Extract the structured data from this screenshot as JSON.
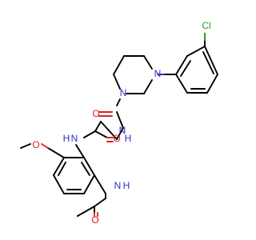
{
  "atoms": {
    "cl": "Cl",
    "n_pip_top": "N",
    "n_pip_bottom": "N",
    "o_urea": "O",
    "n_urea": "N",
    "h_urea": "H",
    "n_amide": "N",
    "h_amide": "H",
    "o_amide": "O",
    "o_methoxy": "O",
    "n_acet": "N",
    "h_acet": "H",
    "o_acet": "O"
  },
  "colors": {
    "carbon_bond": "#000000",
    "nitrogen": "#2f2fc8",
    "oxygen": "#e02020",
    "chlorine": "#1fa51f"
  }
}
